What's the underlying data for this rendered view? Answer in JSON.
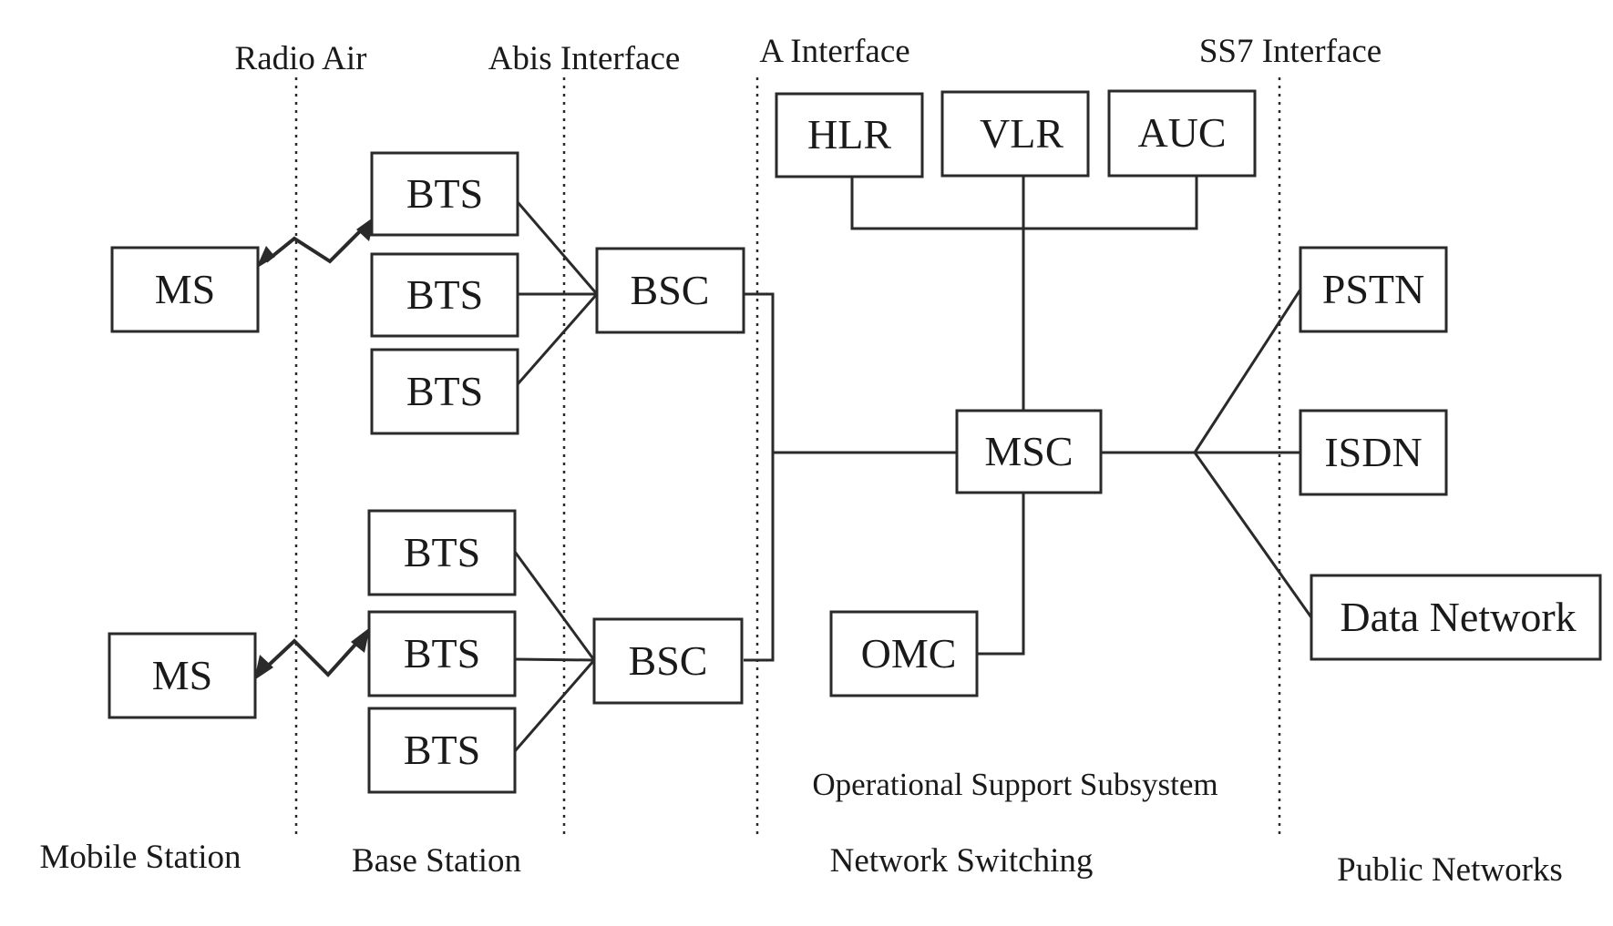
{
  "interfaces": {
    "radio_air": "Radio Air",
    "abis": "Abis Interface",
    "a": "A Interface",
    "ss7": "SS7 Interface"
  },
  "zones": {
    "mobile_station": "Mobile Station",
    "base_station": "Base Station",
    "network_switching": "Network Switching",
    "public_networks": "Public Networks",
    "oss": "Operational Support Subsystem"
  },
  "nodes": {
    "ms_top": "MS",
    "ms_bottom": "MS",
    "bts_1": "BTS",
    "bts_2": "BTS",
    "bts_3": "BTS",
    "bts_4": "BTS",
    "bts_5": "BTS",
    "bts_6": "BTS",
    "bsc_top": "BSC",
    "bsc_bottom": "BSC",
    "hlr": "HLR",
    "vlr": "VLR",
    "auc": "AUC",
    "msc": "MSC",
    "omc": "OMC",
    "pstn": "PSTN",
    "isdn": "ISDN",
    "data_network": "Data Network"
  },
  "colors": {
    "stroke": "#2a2a2a",
    "text": "#1a1a1a",
    "background": "#ffffff"
  }
}
